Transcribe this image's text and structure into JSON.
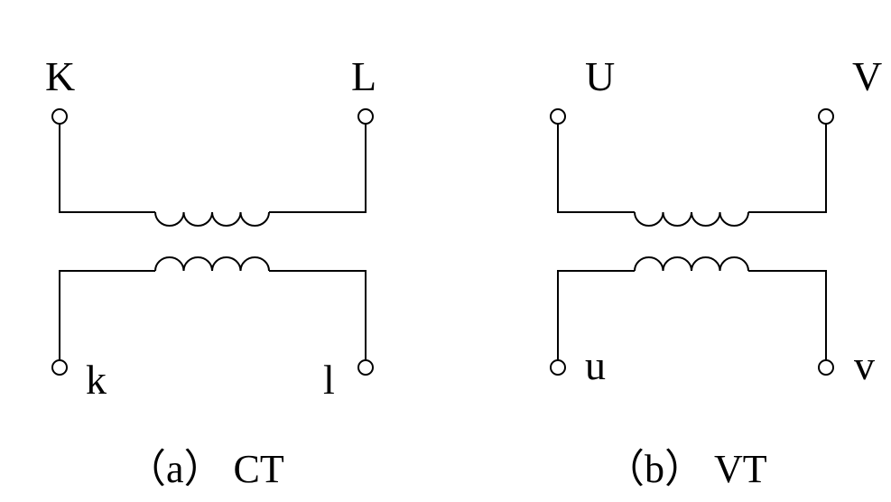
{
  "ct": {
    "terminal_top_left": "K",
    "terminal_top_right": "L",
    "terminal_bottom_left": "k",
    "terminal_bottom_right": "l",
    "caption": "（a） CT"
  },
  "vt": {
    "terminal_top_left": "U",
    "terminal_top_right": "V",
    "terminal_bottom_left": "u",
    "terminal_bottom_right": "v",
    "caption": "（b） VT"
  },
  "colors": {
    "line": "#000000",
    "background": "#ffffff"
  },
  "coil_turns": 4
}
